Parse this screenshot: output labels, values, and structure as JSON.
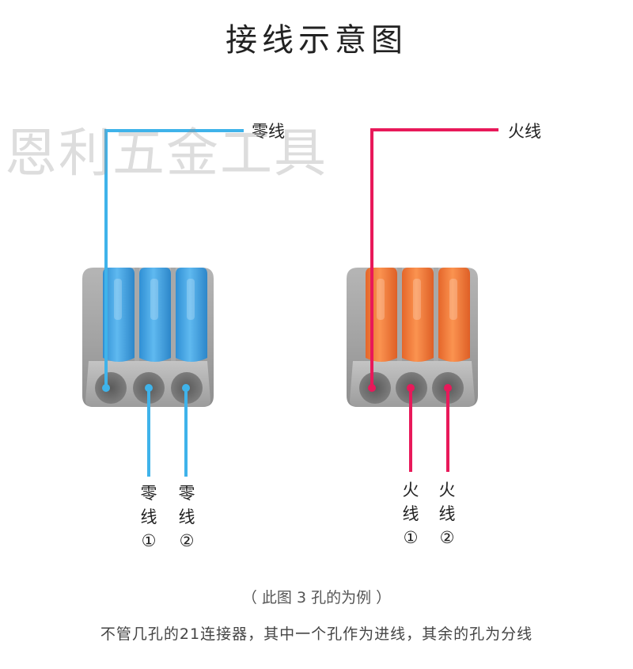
{
  "title": "接线示意图",
  "watermark": "恩利五金工具",
  "neutral_group": {
    "wire_label": "零线",
    "outlet_1": {
      "char1": "零",
      "char2": "线",
      "num": "①"
    },
    "outlet_2": {
      "char1": "零",
      "char2": "线",
      "num": "②"
    }
  },
  "live_group": {
    "wire_label": "火线",
    "outlet_1": {
      "char1": "火",
      "char2": "线",
      "num": "①"
    },
    "outlet_2": {
      "char1": "火",
      "char2": "线",
      "num": "②"
    }
  },
  "caption": "（ 此图 3 孔的为例 ）",
  "note": "不管几孔的21连接器，其中一个孔作为进线，其余的孔为分线",
  "colors": {
    "neutral_wire": "#3fb3ea",
    "live_wire": "#e8195a",
    "blue_lever": "#4aa8e6",
    "orange_lever": "#f5813a",
    "housing": "#9a9a9a"
  }
}
